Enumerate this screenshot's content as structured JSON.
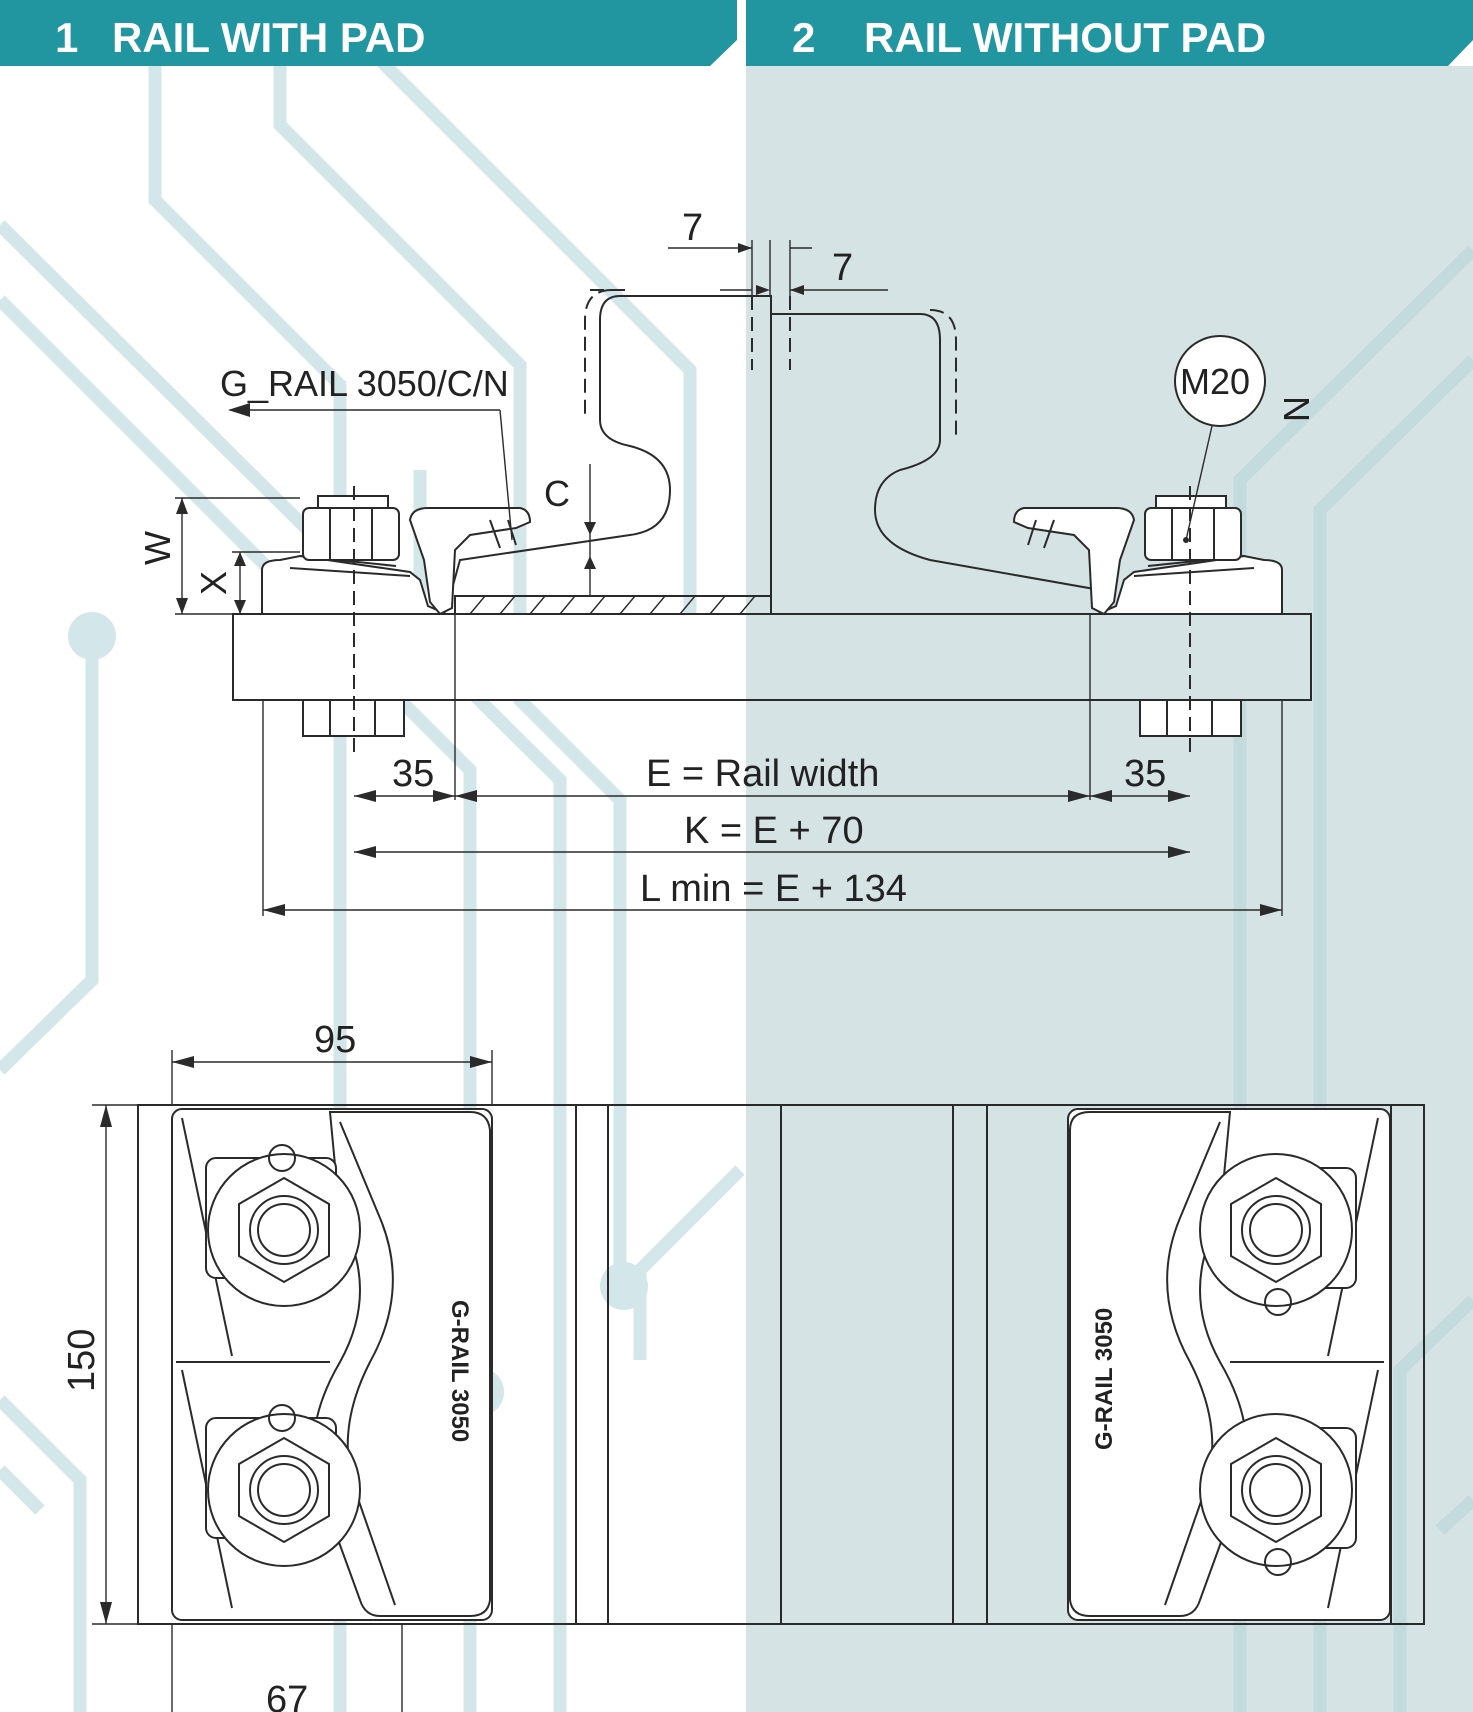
{
  "headers": {
    "left": {
      "number": "1",
      "title": "RAIL WITH PAD"
    },
    "right": {
      "number": "2",
      "title": "RAIL WITHOUT PAD"
    }
  },
  "labels": {
    "clip_model": "G_RAIL 3050/C/N",
    "bolt_size": "M20",
    "bolt_note": "N",
    "dim_c": "C",
    "dim_w": "W",
    "dim_x": "X",
    "clip_mark_left": "G-RAIL 3050",
    "clip_mark_right": "G-RAIL 3050"
  },
  "dimensions": {
    "gap_top_left": "7",
    "gap_top_right": "7",
    "edge_left": "35",
    "edge_right": "35",
    "rail_width": "E = Rail width",
    "k_formula": "K = E + 70",
    "l_formula": "L min = E + 134",
    "clip_width": "95",
    "clip_length": "150",
    "bolt_offset": "67"
  },
  "colors": {
    "header": "#2196a1",
    "right_panel": "#d6e3e5",
    "circuit_lines": "#d3e7ea",
    "line_art": "#2a2a2a"
  }
}
